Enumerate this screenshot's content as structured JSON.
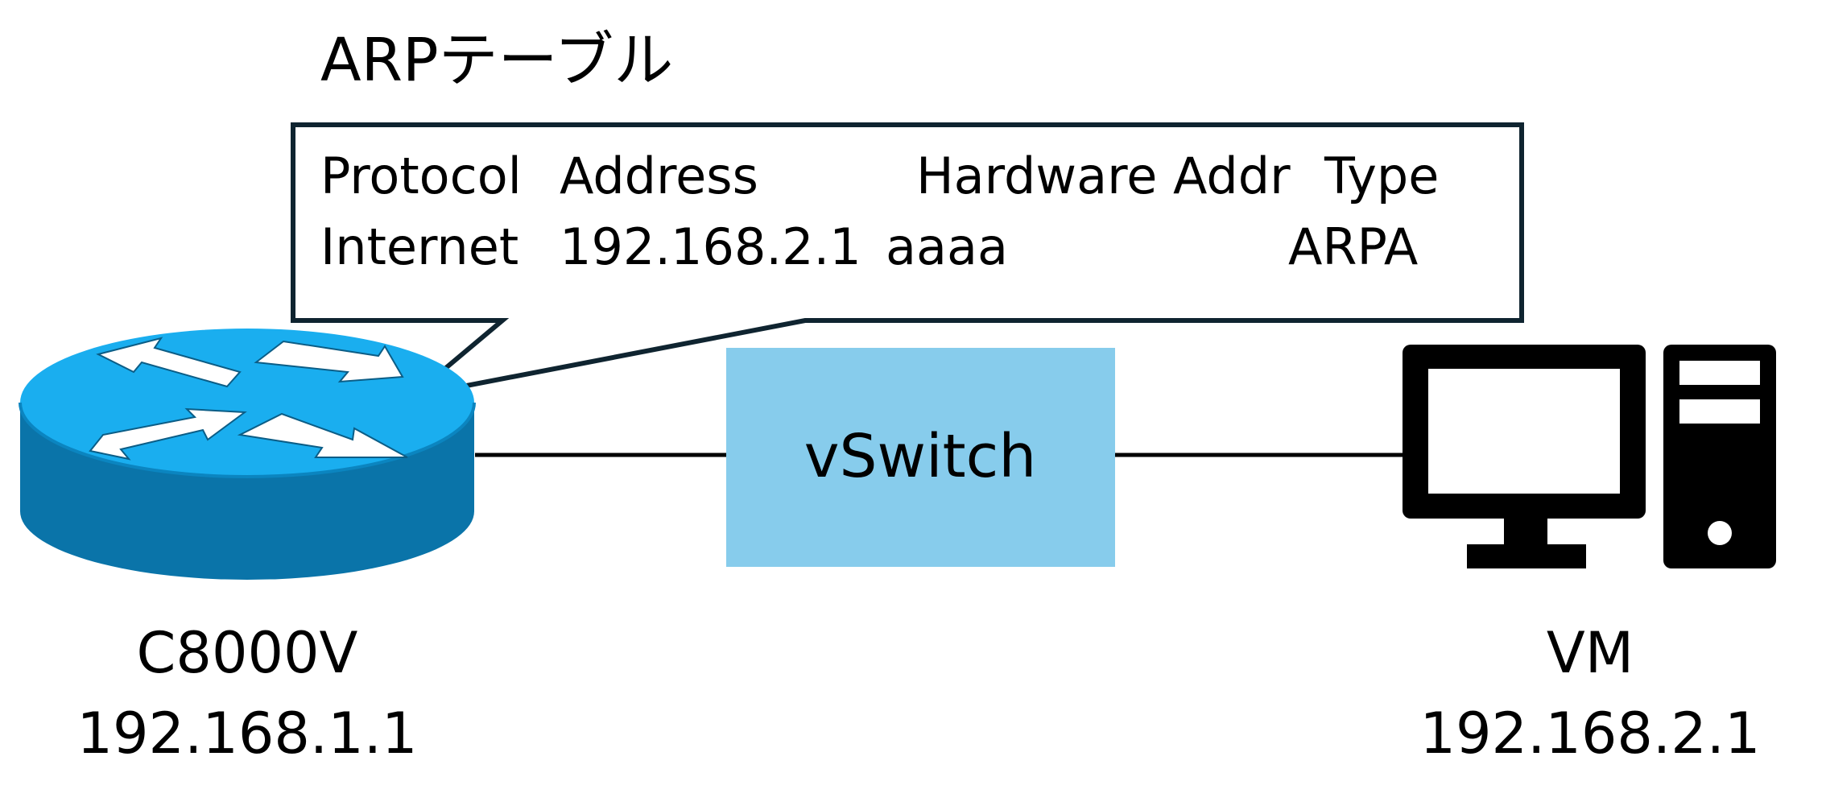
{
  "arp_table": {
    "title": "ARPテーブル",
    "headers": [
      "Protocol",
      "Address",
      "Hardware Addr",
      "Type"
    ],
    "rows": [
      [
        "Internet",
        "192.168.2.1",
        "aaaa",
        "ARPA"
      ]
    ]
  },
  "router": {
    "name": "C8000V",
    "ip": "192.168.1.1"
  },
  "switch": {
    "label": "vSwitch"
  },
  "vm": {
    "name": "VM",
    "ip": "192.168.2.1"
  },
  "colors": {
    "router_top": "#1aaeef",
    "router_side": "#0a74a9",
    "switch_fill": "#87ccec",
    "callout_border": "#0f2430",
    "pc_icon": "#000000",
    "line": "#000000"
  },
  "icons": {
    "router": "router-icon",
    "vm": "desktop-computer-icon"
  }
}
